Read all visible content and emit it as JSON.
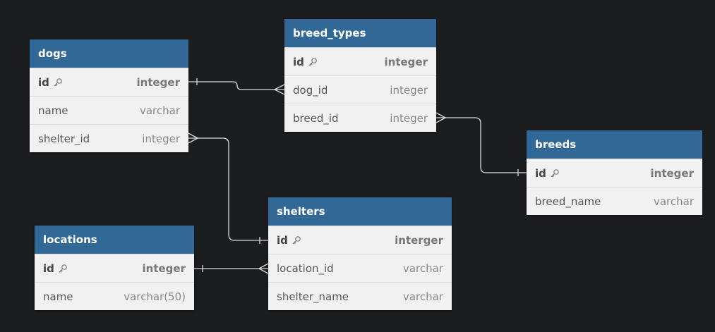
{
  "colors": {
    "background": "#1c1d1f",
    "header": "#316896",
    "body": "#f1f1f1",
    "connector": "#d9d9d9"
  },
  "tables": {
    "dogs": {
      "name": "dogs",
      "fields": [
        {
          "name": "id",
          "type": "integer",
          "primary_key": true
        },
        {
          "name": "name",
          "type": "varchar"
        },
        {
          "name": "shelter_id",
          "type": "integer"
        }
      ]
    },
    "breed_types": {
      "name": "breed_types",
      "fields": [
        {
          "name": "id",
          "type": "integer",
          "primary_key": true
        },
        {
          "name": "dog_id",
          "type": "integer"
        },
        {
          "name": "breed_id",
          "type": "integer"
        }
      ]
    },
    "breeds": {
      "name": "breeds",
      "fields": [
        {
          "name": "id",
          "type": "integer",
          "primary_key": true
        },
        {
          "name": "breed_name",
          "type": "varchar"
        }
      ]
    },
    "shelters": {
      "name": "shelters",
      "fields": [
        {
          "name": "id",
          "type": "interger",
          "primary_key": true
        },
        {
          "name": "location_id",
          "type": "varchar"
        },
        {
          "name": "shelter_name",
          "type": "varchar"
        }
      ]
    },
    "locations": {
      "name": "locations",
      "fields": [
        {
          "name": "id",
          "type": "integer",
          "primary_key": true
        },
        {
          "name": "name",
          "type": "varchar(50)"
        }
      ]
    }
  },
  "relationships": [
    {
      "from": "dogs.id",
      "to": "breed_types.dog_id",
      "from_end": "one",
      "to_end": "many"
    },
    {
      "from": "breed_types.breed_id",
      "to": "breeds.id",
      "from_end": "many",
      "to_end": "one"
    },
    {
      "from": "dogs.shelter_id",
      "to": "shelters.id",
      "from_end": "many",
      "to_end": "one"
    },
    {
      "from": "locations.id",
      "to": "shelters.location_id",
      "from_end": "one",
      "to_end": "many"
    }
  ]
}
